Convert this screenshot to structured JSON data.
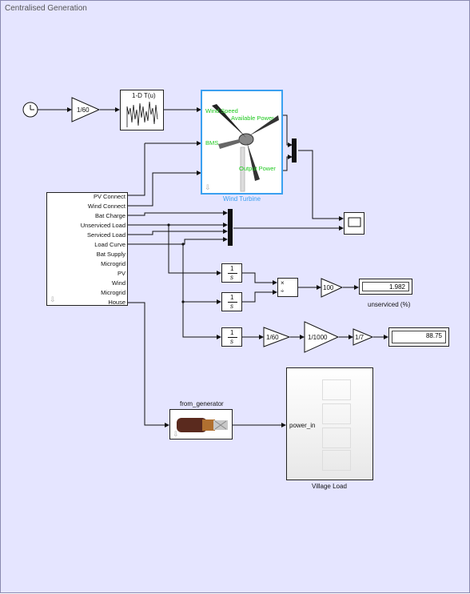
{
  "diagram_title": "Centralised Generation",
  "blocks": {
    "gain1": "1/60",
    "lookup": "1-D T(u)",
    "wind_turbine": "Wind Turbine",
    "wt_ports": {
      "wind_speed": "Wind Speed",
      "bms": "BMS",
      "available_power": "Available Power",
      "output_power": "Output Power"
    },
    "integrator": "1",
    "integrator_den": "s",
    "product_mul": "×",
    "product_div": "÷",
    "gain100": "100",
    "display_unserviced": "1.982",
    "unserviced_label": "unserviced (%)",
    "gain160": "1/60",
    "gain1000": "1/1000",
    "gain7": "1/7",
    "display_2": "88.75",
    "from_generator": "from_generator",
    "village_load": "Village Load",
    "power_in": "power_in"
  },
  "subsystem_ports": [
    "PV Connect",
    "Wind Connect",
    "Bat Charge",
    "Unserviced Load",
    "Serviced Load",
    "Load Curve",
    "Bat Supply",
    "Microgrid",
    "PV",
    "Wind",
    "Microgrid",
    "House"
  ]
}
